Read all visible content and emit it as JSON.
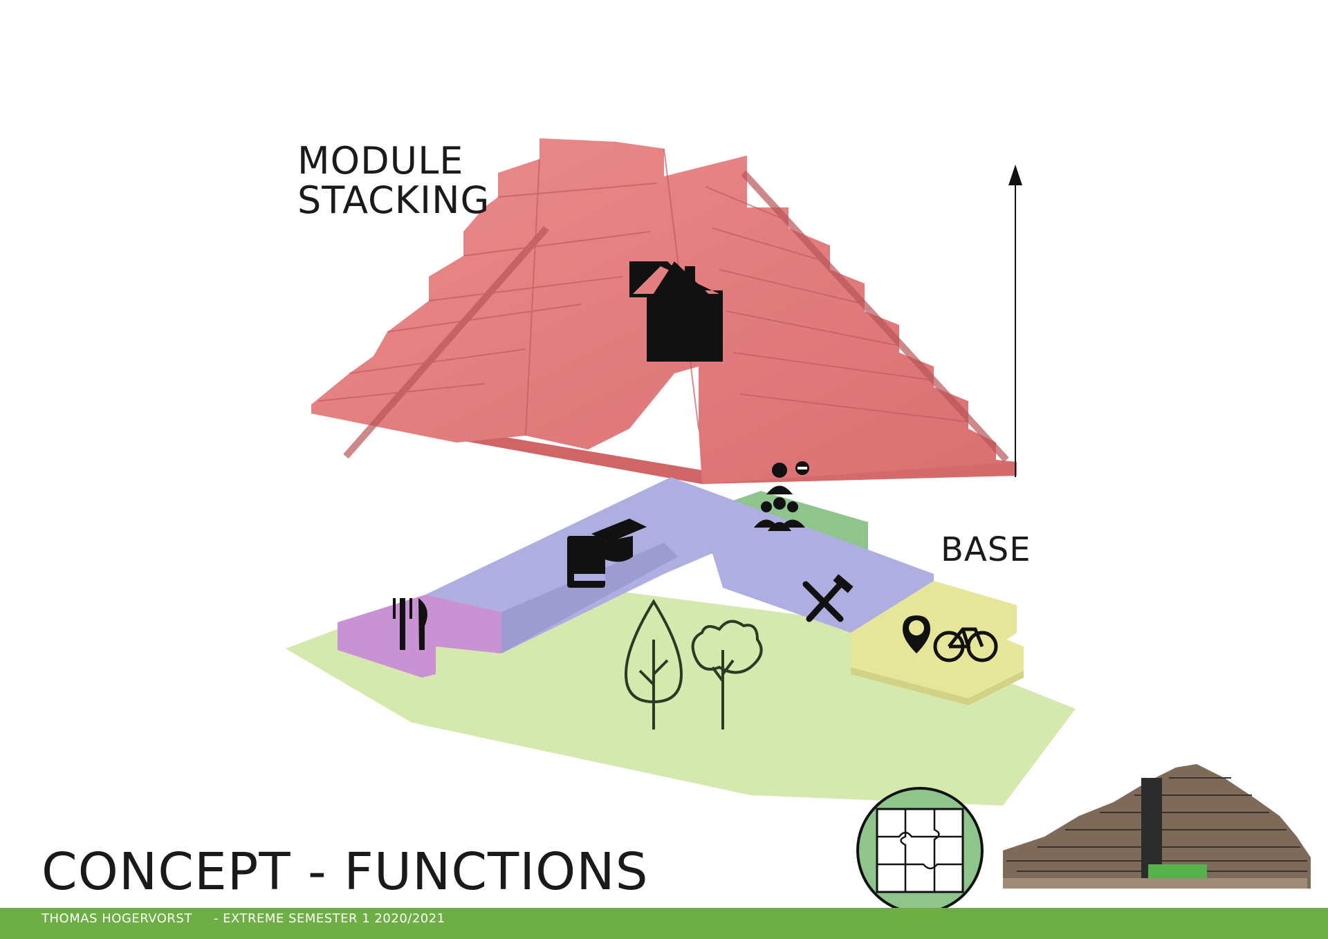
{
  "labels": {
    "module_line1": "MODULE",
    "module_line2": "STACKING",
    "base": "BASE"
  },
  "title": "CONCEPT - FUNCTIONS",
  "footer": {
    "author": "THOMAS HOGERVORST",
    "course": "- EXTREME SEMESTER 1 2020/2021"
  },
  "icons": [
    "house-icon",
    "graduation-book-icon",
    "meeting-group-icon",
    "tools-icon",
    "parking-pin-icon",
    "bicycle-icon",
    "cutlery-icon",
    "tree-icon",
    "puzzle-icon",
    "building-render-icon"
  ],
  "colors": {
    "modules": "#e07a7b",
    "education": "#aeaee0",
    "meeting": "#8fc48c",
    "parking": "#e6e69a",
    "restaurant": "#c993d3",
    "green_ground": "#d5e8ad",
    "footer": "#6fae45"
  }
}
